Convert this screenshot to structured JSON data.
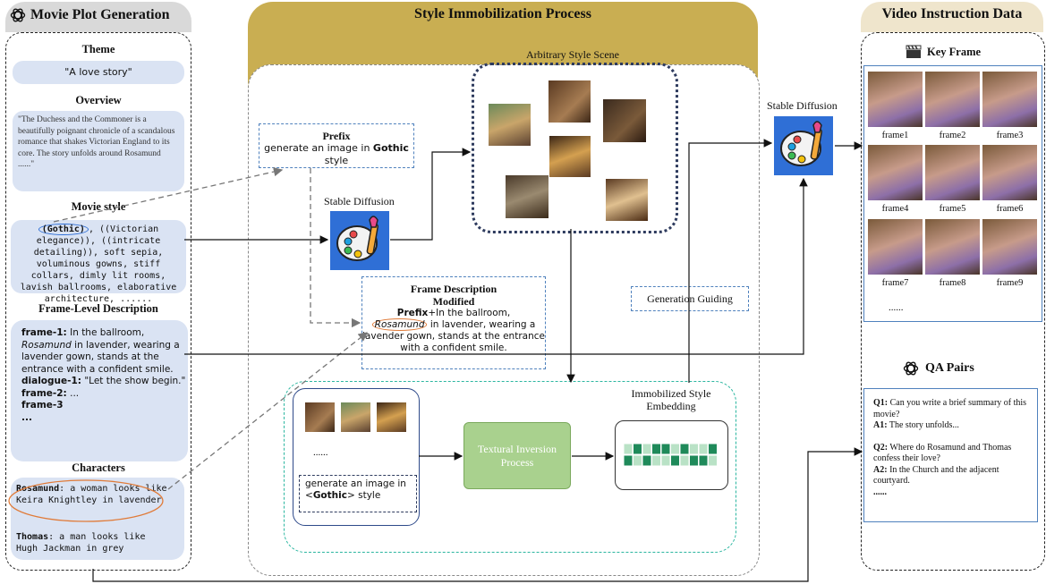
{
  "left": {
    "title": "Movie Plot Generation",
    "theme_title": "Theme",
    "theme": "\"A love story\"",
    "overview_title": "Overview",
    "overview": "\"The Duchess and the Commoner is a beautifully poignant chronicle of a scandalous romance that shakes Victorian England to its core. The story unfolds around Rosamund ......\"",
    "style_title": "Movie style",
    "style_gothic": "(Gothic)",
    "style_text": ", ((Victorian elegance)), ((intricate detailing)), soft sepia, voluminous gowns, stiff collars, dimly lit rooms, lavish ballrooms, elaborative architecture, ......",
    "frame_title": "Frame-Level Description",
    "frame1_label": "frame-1:",
    "frame1_a": " In the ballroom,",
    "frame1_name": "Rosamund",
    "frame1_b": " in lavender, wearing a lavender gown, stands at the entrance with a confident smile.",
    "dialogue_label": "dialogue-1:",
    "dialogue_text": " \"Let the show begin.\"",
    "frame2_label": "frame-2:",
    "frame2_text": " ...",
    "frame3_label": "frame-3",
    "more": "...",
    "characters_title": "Characters",
    "char1_name": "Rosamund",
    "char1_text": ": a woman looks like Keira Knightley in lavender",
    "char2_name": "Thomas",
    "char2_text": ": a man looks like Hugh Jackman in grey"
  },
  "center": {
    "title": "Style Immobilization Process",
    "scene_title": "Arbitrary Style Scene",
    "prefix_title": "Prefix",
    "prefix_a": "generate an image in ",
    "prefix_gothic": "Gothic",
    "prefix_b": " style",
    "sd_label": "Stable Diffusion",
    "fdm_title": "Frame Description Modified",
    "fdm_prefix": "Prefix",
    "fdm_a": "+In the ballroom,",
    "fdm_name": "Rosamund",
    "fdm_b": " in lavender, wearing a lavender gown, stands at the entrance with a confident smile.",
    "guiding": "Generation Guiding",
    "dots": "......",
    "gen_a": "generate an image in <",
    "gen_gothic": "Gothic",
    "gen_b": "> style",
    "textual": "Textural Inversion Process",
    "embedding": "Immobilized Style Embedding"
  },
  "right": {
    "title": "Video Instruction Data",
    "sd_label": "Stable Diffusion",
    "keyframe_title": "Key Frame",
    "frames": [
      "frame1",
      "frame2",
      "frame3",
      "frame4",
      "frame5",
      "frame6",
      "frame7",
      "frame8",
      "frame9"
    ],
    "more": "......",
    "qa_title": "QA Pairs",
    "q1_label": "Q1:",
    "q1": " Can you write a brief summary of this movie?",
    "a1_label": "A1:",
    "a1": " The story unfolds...",
    "q2_label": "Q2:",
    "q2": " Where do Rosamund and Thomas confess their love?",
    "a2_label": "A2:",
    "a2": " In the Church and the adjacent courtyard.",
    "qa_more": "......"
  },
  "colors": {
    "gold": "#c9ae52",
    "pill_blue": "#dae3f3",
    "palette_blue": "#2f6fd6",
    "green": "#a9d18e",
    "teal_dash": "#2bb6a0",
    "blue_dash": "#4f81bd",
    "embed_dark": "#1f8a5a",
    "embed_light": "#b9e2c6"
  },
  "icons": [
    "openai-logo-icon",
    "clapperboard-icon",
    "palette-icon"
  ]
}
